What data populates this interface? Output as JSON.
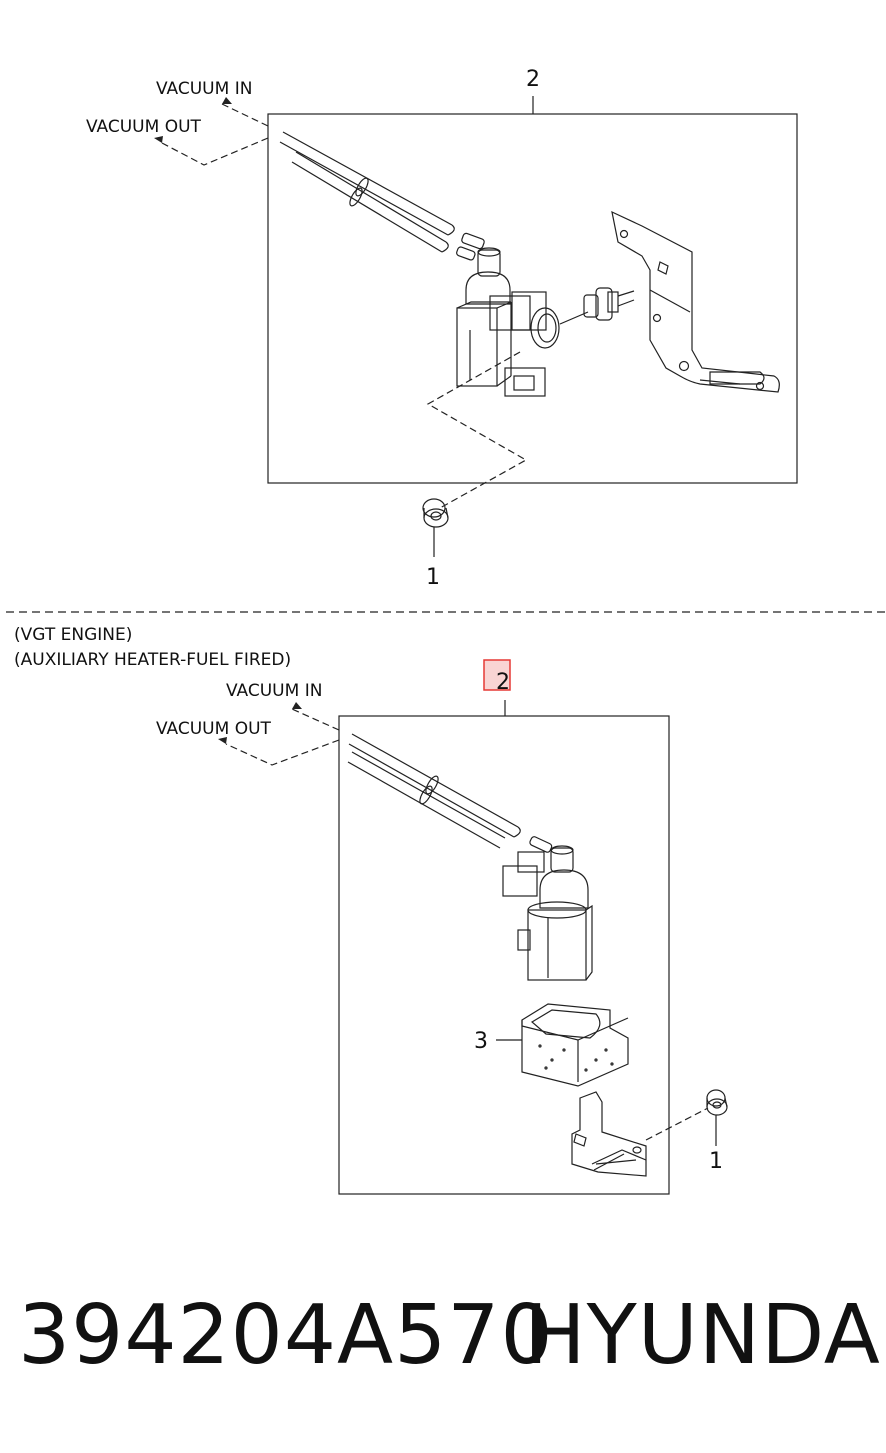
{
  "upper": {
    "vacuum_in": "VACUUM IN",
    "vacuum_out": "VACUUM OUT",
    "callout_2": "2",
    "callout_1": "1"
  },
  "lower": {
    "note_line1": "(VGT ENGINE)",
    "note_line2": "(AUXILIARY HEATER-FUEL FIRED)",
    "vacuum_in": "VACUUM IN",
    "vacuum_out": "VACUUM OUT",
    "callout_2": "2",
    "callout_3": "3",
    "callout_1": "1"
  },
  "footer": {
    "part_number": "394204A570",
    "brand": "HYUNDAI"
  },
  "colors": {
    "line": "#222222",
    "highlight": "#e53935"
  }
}
